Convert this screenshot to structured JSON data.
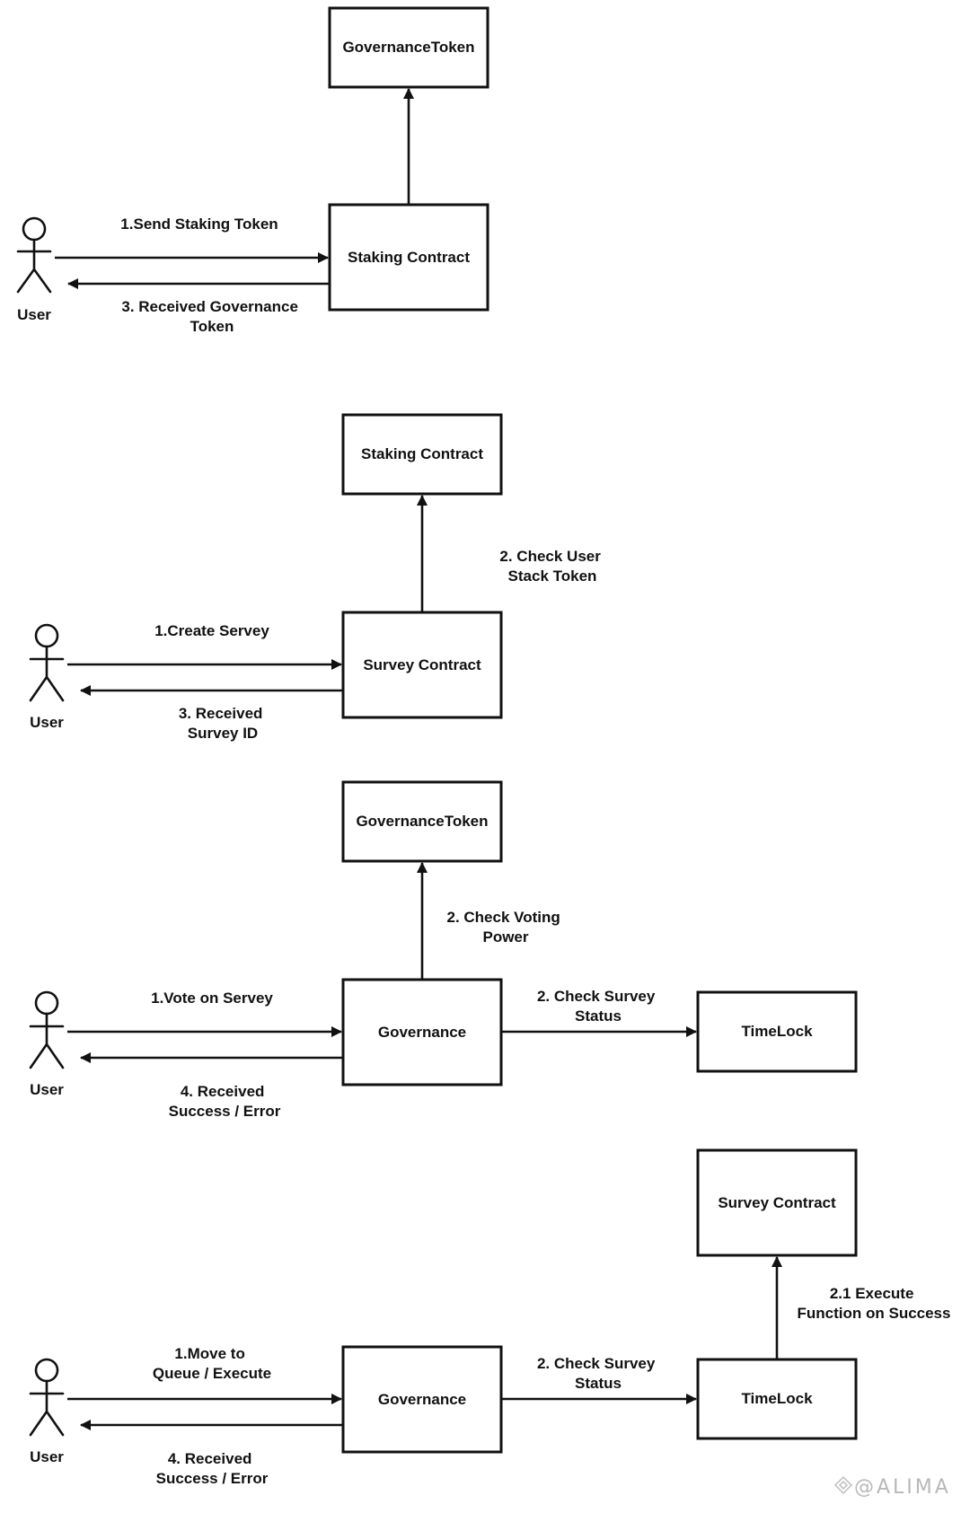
{
  "actor_label": "User",
  "diagrams": [
    {
      "boxes": {
        "top": "GovernanceToken",
        "main": "Staking Contract"
      },
      "labels": {
        "send": [
          "1.Send Staking Token"
        ],
        "receive": [
          "3. Received Governance",
          "Token"
        ]
      }
    },
    {
      "boxes": {
        "top": "Staking Contract",
        "main": "Survey Contract"
      },
      "labels": {
        "send": [
          "1.Create Servey"
        ],
        "up": [
          "2. Check User",
          "Stack Token"
        ],
        "receive": [
          "3. Received",
          "Survey ID"
        ]
      }
    },
    {
      "boxes": {
        "top": "GovernanceToken",
        "main": "Governance",
        "right": "TimeLock"
      },
      "labels": {
        "send": [
          "1.Vote on Servey"
        ],
        "up": [
          "2. Check Voting",
          "Power"
        ],
        "right": [
          "2. Check Survey",
          "Status"
        ],
        "receive": [
          "4. Received",
          "Success / Error"
        ]
      }
    },
    {
      "boxes": {
        "main": "Governance",
        "right": "TimeLock",
        "right_top": "Survey Contract"
      },
      "labels": {
        "send": [
          "1.Move to",
          "Queue / Execute"
        ],
        "right": [
          "2. Check Survey",
          "Status"
        ],
        "right_up": [
          "2.1 Execute",
          "Function on Success"
        ],
        "receive": [
          "4. Received",
          "Success / Error"
        ]
      }
    }
  ],
  "watermark": "@ALIMA"
}
